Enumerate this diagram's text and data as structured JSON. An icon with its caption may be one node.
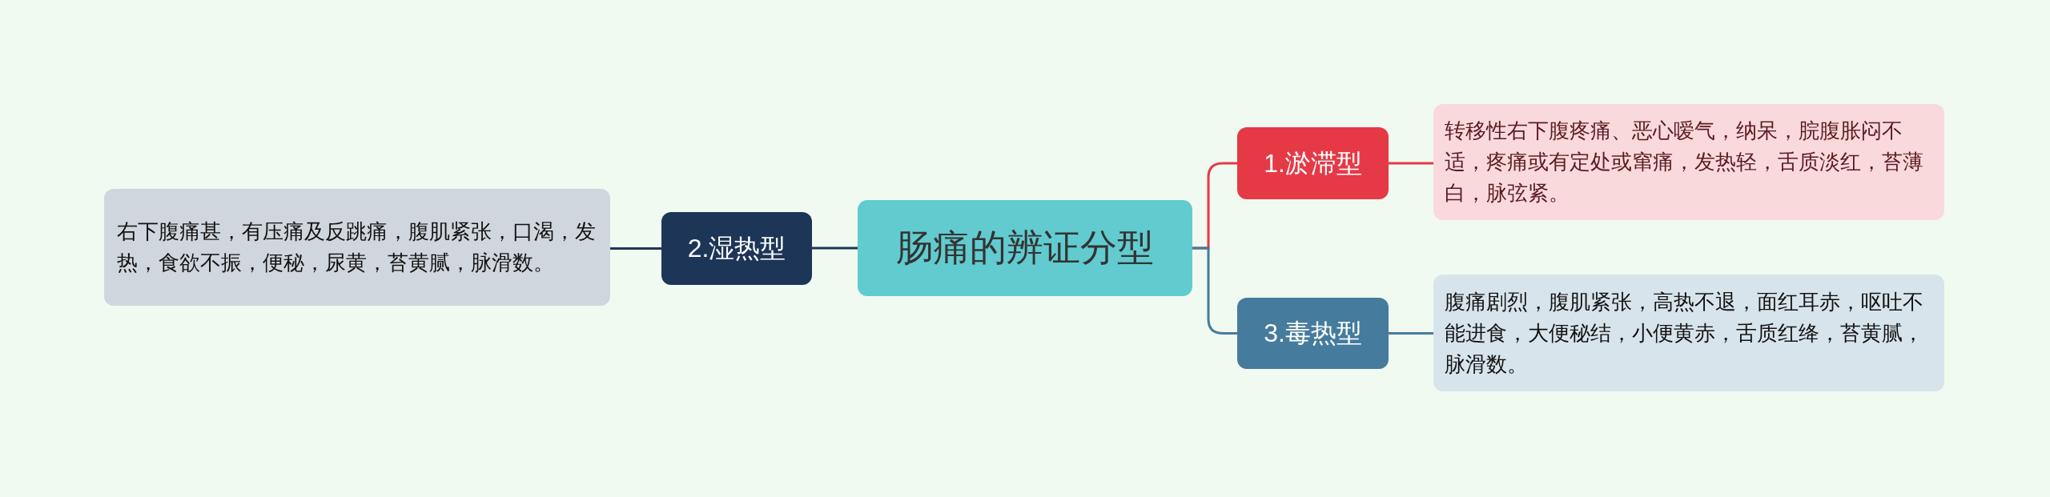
{
  "diagram": {
    "nodes": [
      {
        "text": [
          "肠痛的辨证分型"
        ]
      },
      {
        "text": [
          "1.淤滞型"
        ]
      },
      {
        "text": [
          "转移性右下腹疼痛、恶心嗳气，纳呆，脘腹胀闷不适，疼痛或有定处或窜痛，发热轻，舌质淡红，苔薄白，脉弦紧。"
        ]
      },
      {
        "text": [
          "2.湿热型"
        ]
      },
      {
        "text": [
          "右下腹痛甚，有压痛及反跳痛，腹肌紧张，口渴，发热，食欲不振，便秘，尿黄，苔黄腻，脉滑数。"
        ]
      },
      {
        "text": [
          "3.毒热型"
        ]
      },
      {
        "text": [
          "腹痛剧烈，腹肌紧张，高热不退，面红耳赤，呕吐不能进食，大便秘结，小便黄赤，舌质红绛，苔黄腻，脉滑数。"
        ]
      }
    ],
    "edges": [
      {
        "from": 0,
        "to": 1,
        "arrow": "none",
        "color": "#e63946"
      },
      {
        "from": 1,
        "to": 2,
        "arrow": "none",
        "color": "#e63946"
      },
      {
        "from": 0,
        "to": 3,
        "arrow": "none",
        "color": "#1d3557"
      },
      {
        "from": 3,
        "to": 4,
        "arrow": "none",
        "color": "#1d3557"
      },
      {
        "from": 0,
        "to": 5,
        "arrow": "none",
        "color": "#457b9d"
      },
      {
        "from": 5,
        "to": 6,
        "arrow": "none",
        "color": "#457b9d"
      }
    ]
  }
}
